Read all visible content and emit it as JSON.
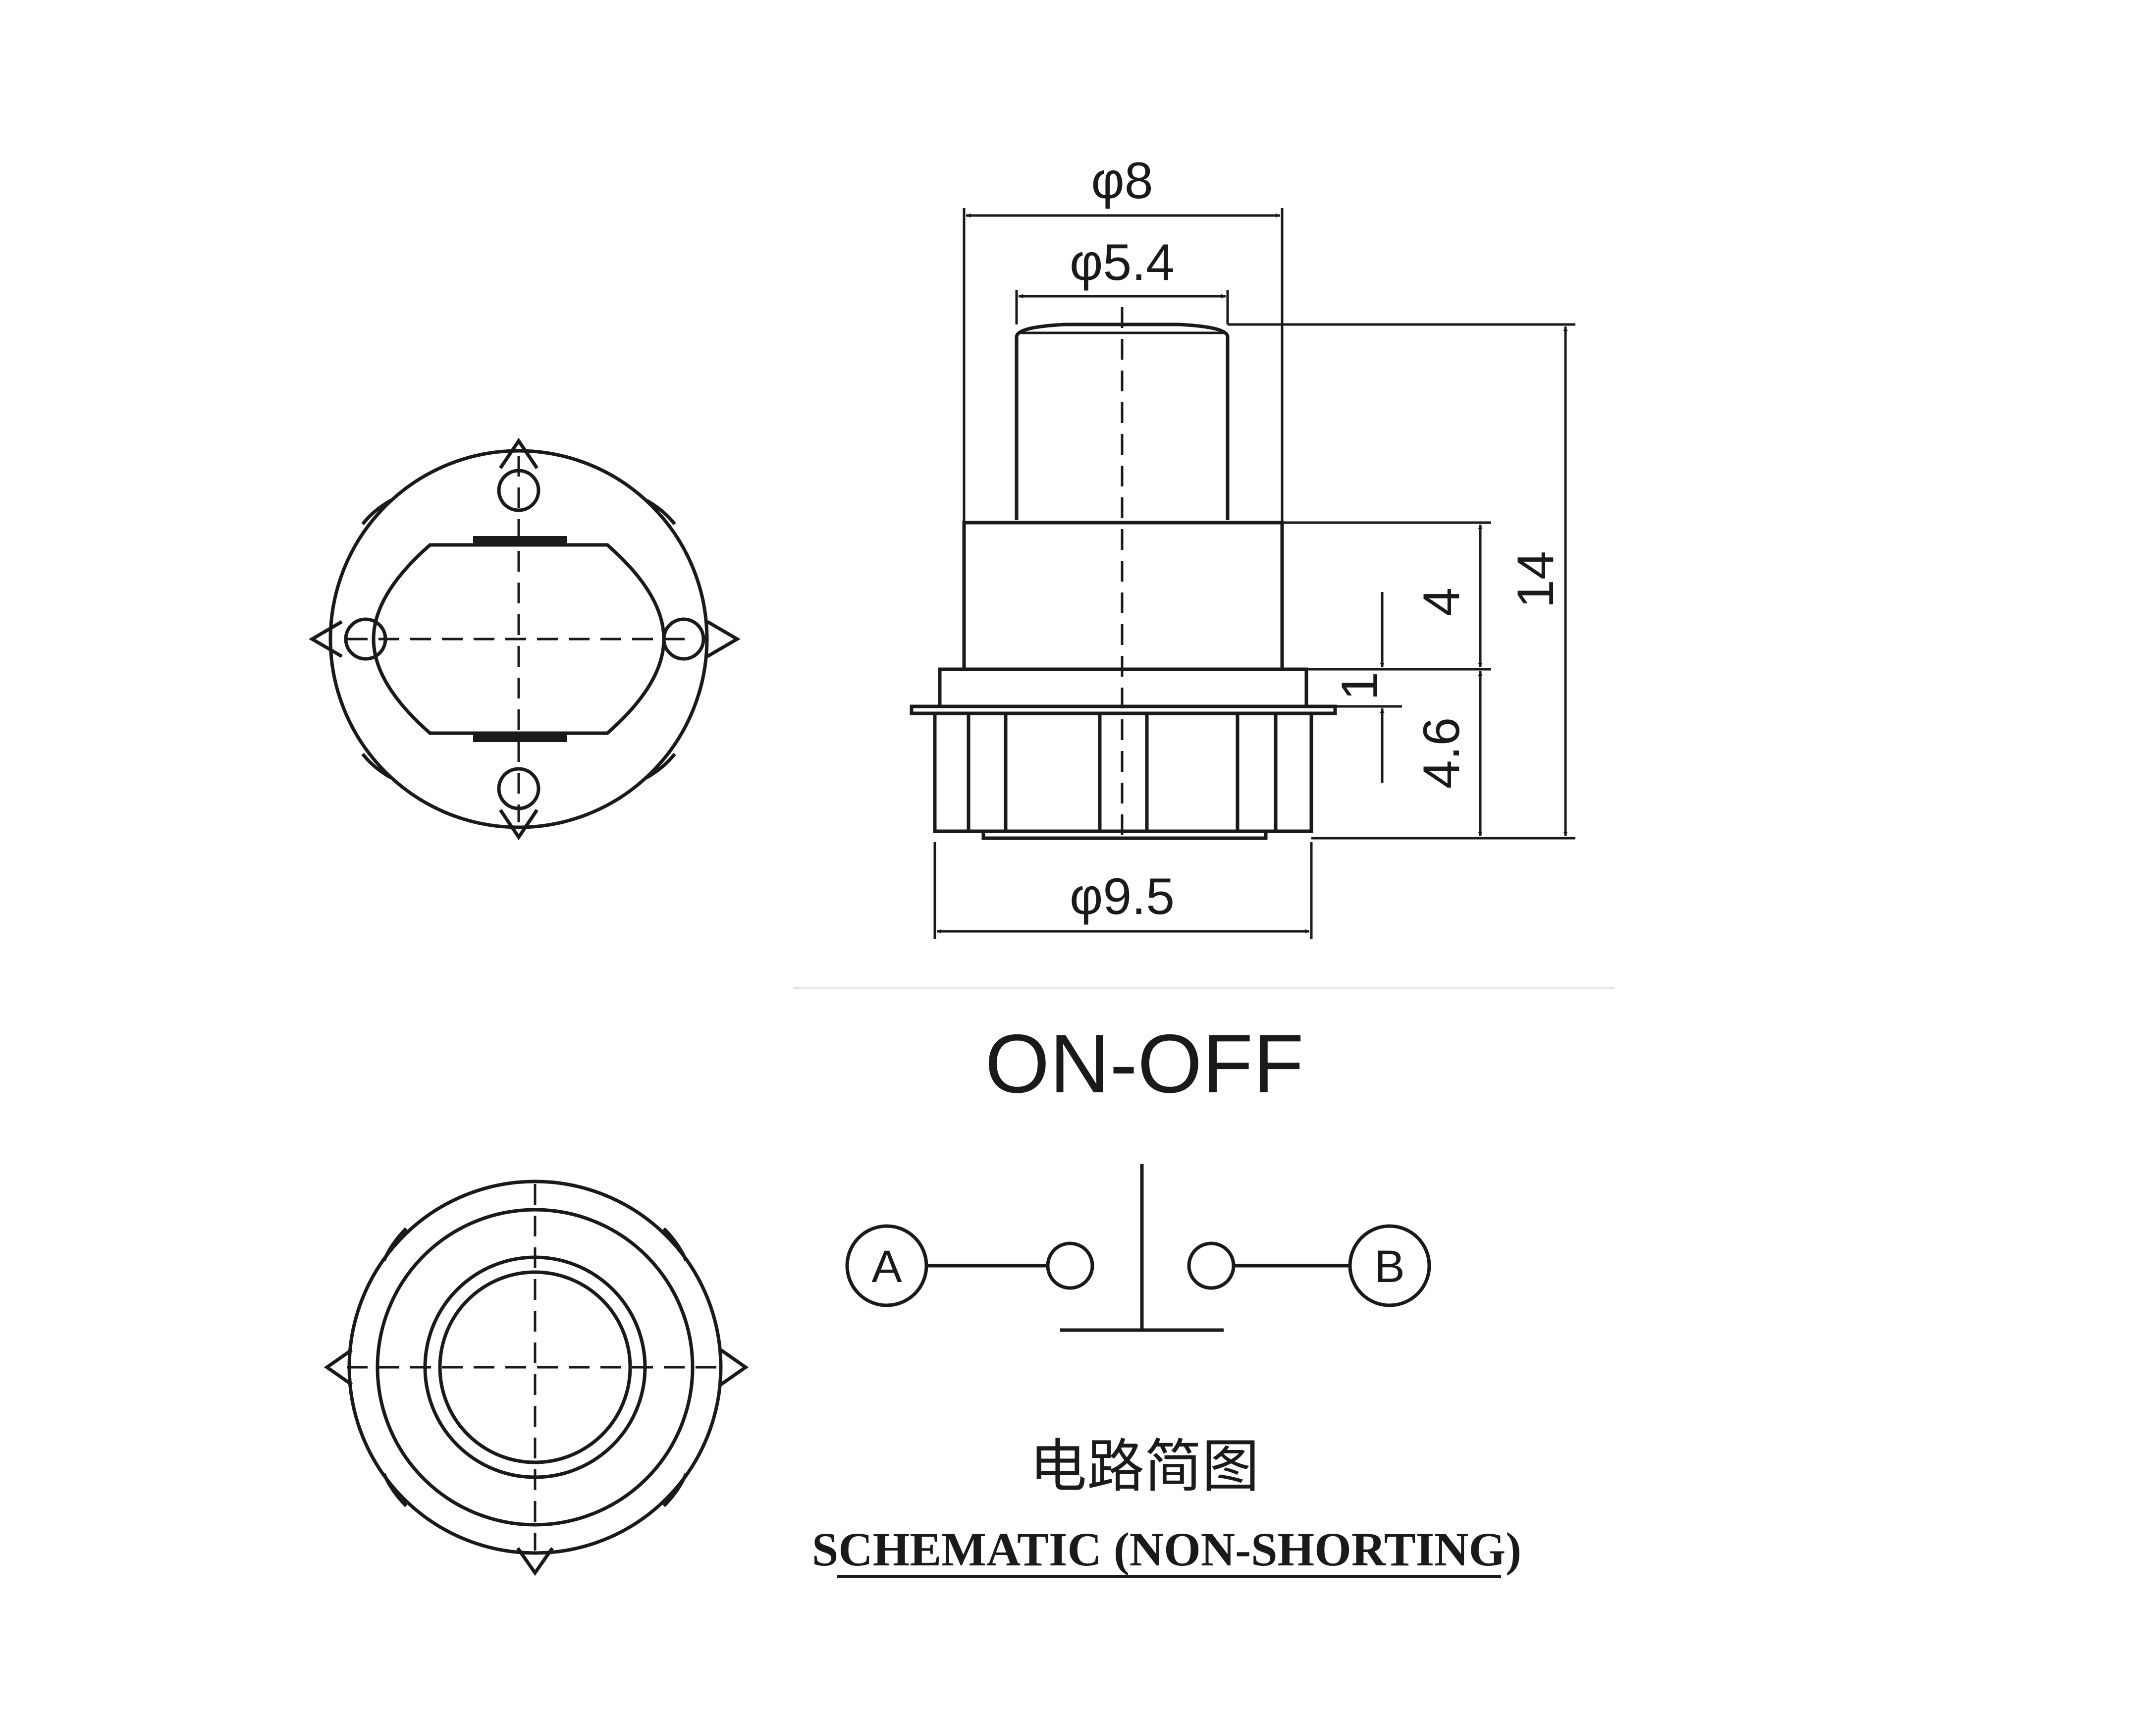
{
  "dimensions": {
    "outer_diameter": "φ8",
    "cap_diameter": "φ5.4",
    "base_diameter": "φ9.5",
    "total_height": "14",
    "upper_height": "4",
    "flange_height": "1",
    "lower_height": "4.6"
  },
  "title": "ON-OFF",
  "schematic": {
    "terminal_a": "A",
    "terminal_b": "B",
    "label_cn": "电路简图",
    "label_en": "SCHEMATIC (NON-SHORTING)"
  }
}
